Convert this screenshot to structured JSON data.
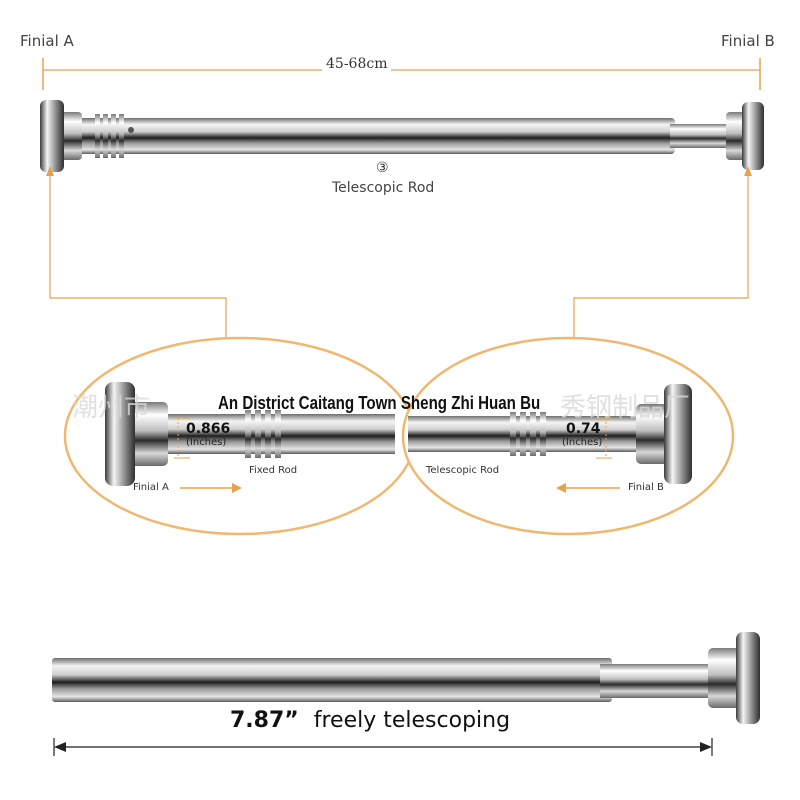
{
  "top": {
    "finial_a_label": "Finial A",
    "finial_b_label": "Finial B",
    "length_range": "45-68cm",
    "part_number": "③",
    "rod_label": "Telescopic Rod"
  },
  "watermark": {
    "left_text": "潮州市",
    "middle_text": "An District Caitang Town Sheng Zhi Huan Bu",
    "right_text": "秀钢制品厂"
  },
  "detail_left": {
    "dimension_value": "0.866",
    "dimension_unit": "(Inches)",
    "part_label": "Fixed Rod",
    "finial_label": "Finial A"
  },
  "detail_right": {
    "dimension_value": "0.74",
    "dimension_unit": "(Inches)",
    "part_label": "Telescopic Rod",
    "finial_label": "Finial B"
  },
  "bottom": {
    "telescoping_value": "7.87”",
    "telescoping_text": "freely telescoping"
  },
  "colors": {
    "accent_orange": "#e8a24a",
    "ellipse_orange": "#efb870",
    "dimension_line": "#555555",
    "chrome_dark": "#2a2a2a",
    "chrome_light": "#f2f2f2"
  }
}
